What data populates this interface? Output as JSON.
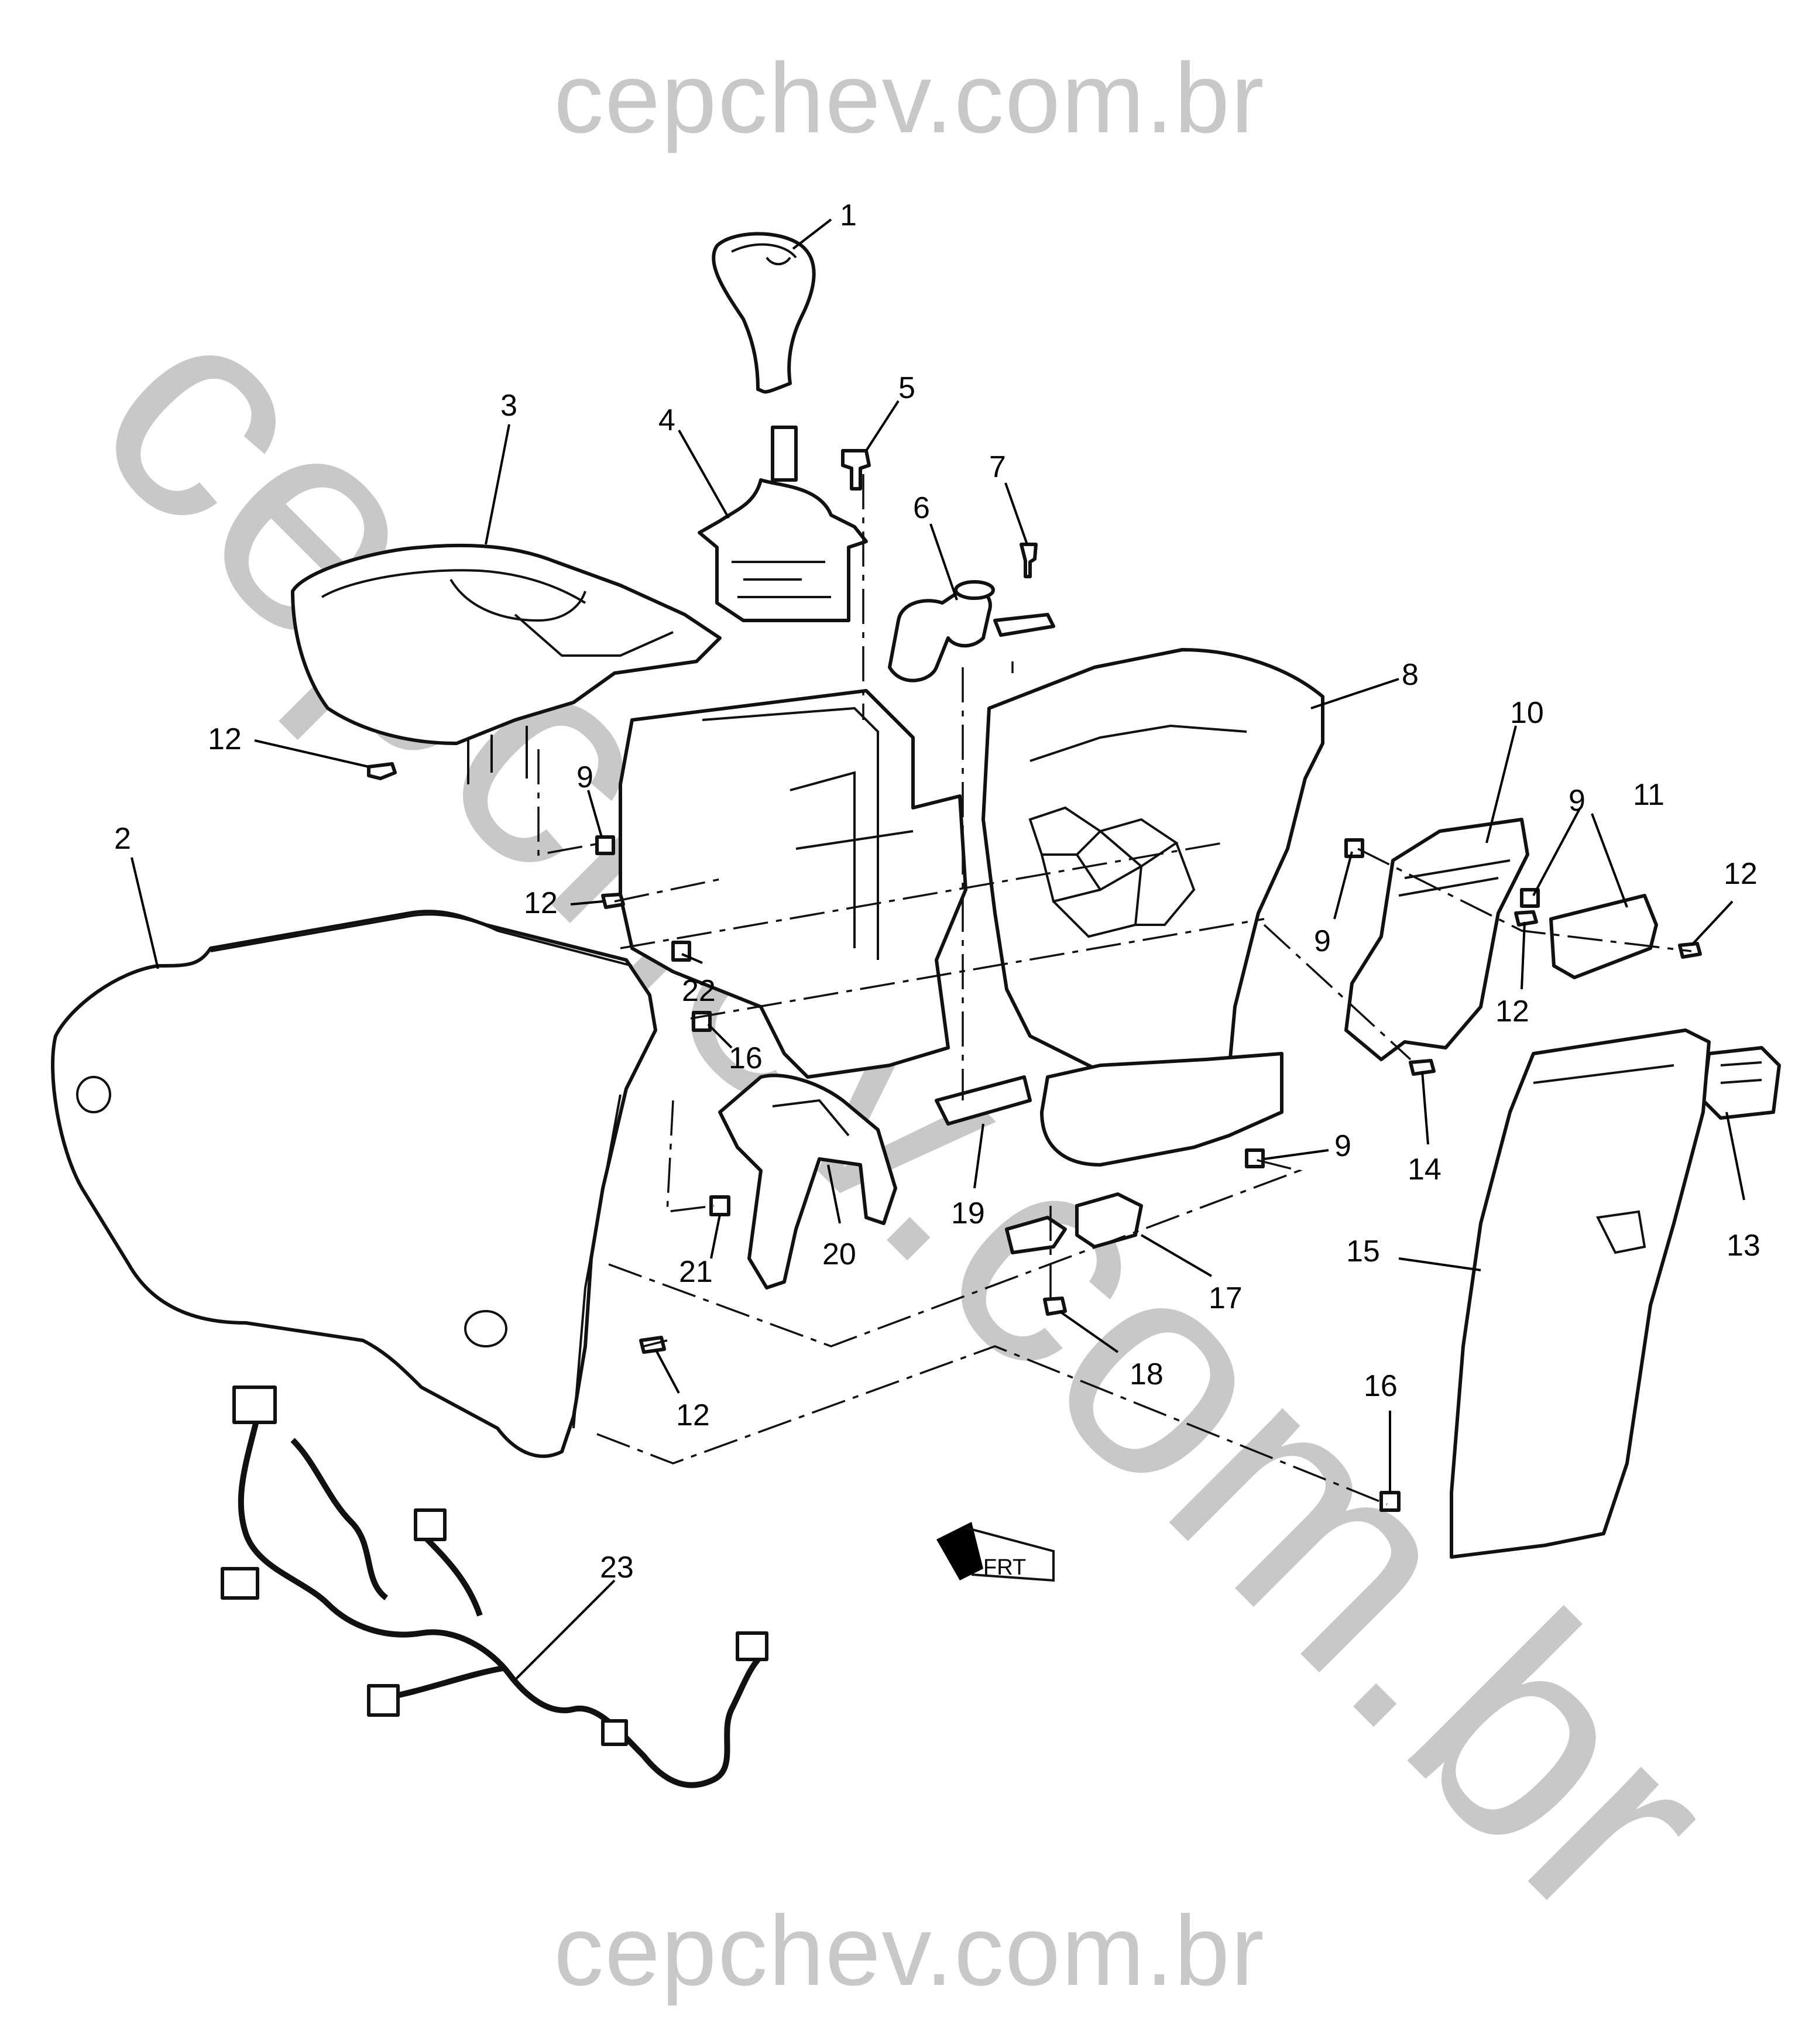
{
  "watermark": {
    "top": "cepchev.com.br",
    "bottom": "cepchev.com.br",
    "diagonal": "cepchev.com.br"
  },
  "orientation_arrow": {
    "label": "FRT"
  },
  "callouts": [
    {
      "id": "c1",
      "label": "1"
    },
    {
      "id": "c2",
      "label": "2"
    },
    {
      "id": "c3",
      "label": "3"
    },
    {
      "id": "c4",
      "label": "4"
    },
    {
      "id": "c5",
      "label": "5"
    },
    {
      "id": "c6",
      "label": "6"
    },
    {
      "id": "c7",
      "label": "7"
    },
    {
      "id": "c8",
      "label": "8"
    },
    {
      "id": "c9a",
      "label": "9"
    },
    {
      "id": "c9b",
      "label": "9"
    },
    {
      "id": "c9c",
      "label": "9"
    },
    {
      "id": "c9d",
      "label": "9"
    },
    {
      "id": "c10",
      "label": "10"
    },
    {
      "id": "c11",
      "label": "11"
    },
    {
      "id": "c12a",
      "label": "12"
    },
    {
      "id": "c12b",
      "label": "12"
    },
    {
      "id": "c12c",
      "label": "12"
    },
    {
      "id": "c12d",
      "label": "12"
    },
    {
      "id": "c12e",
      "label": "12"
    },
    {
      "id": "c13",
      "label": "13"
    },
    {
      "id": "c14",
      "label": "14"
    },
    {
      "id": "c15",
      "label": "15"
    },
    {
      "id": "c16a",
      "label": "16"
    },
    {
      "id": "c16b",
      "label": "16"
    },
    {
      "id": "c17",
      "label": "17"
    },
    {
      "id": "c18",
      "label": "18"
    },
    {
      "id": "c19",
      "label": "19"
    },
    {
      "id": "c20",
      "label": "20"
    },
    {
      "id": "c21",
      "label": "21"
    },
    {
      "id": "c22",
      "label": "22"
    },
    {
      "id": "c23",
      "label": "23"
    }
  ]
}
